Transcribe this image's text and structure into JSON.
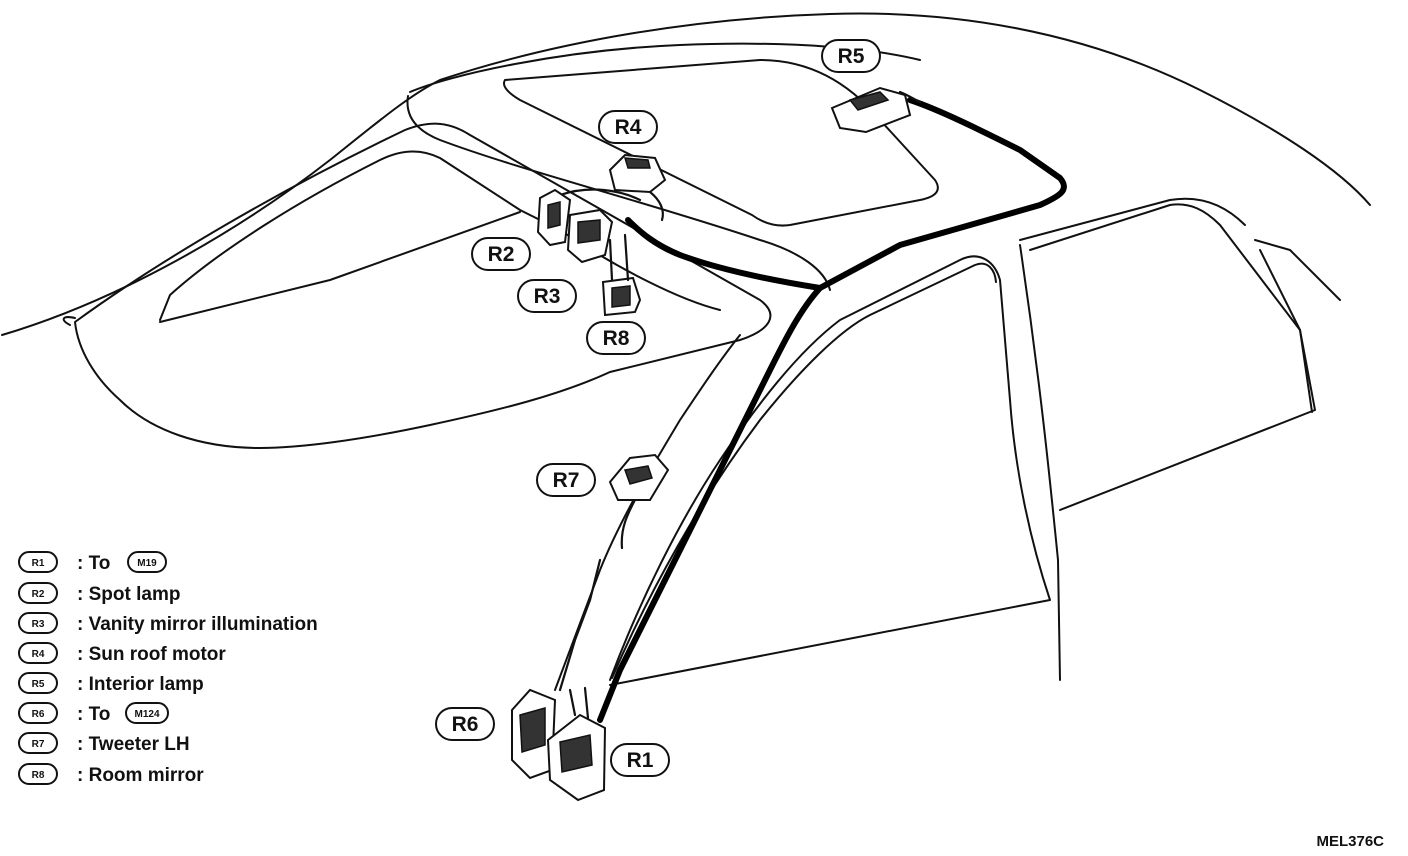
{
  "callouts": {
    "r1": "R1",
    "r2": "R2",
    "r3": "R3",
    "r4": "R4",
    "r5": "R5",
    "r6": "R6",
    "r7": "R7",
    "r8": "R8"
  },
  "legend": [
    {
      "code": "R1",
      "text": ": To",
      "ref": "M19"
    },
    {
      "code": "R2",
      "text": ": Spot lamp"
    },
    {
      "code": "R3",
      "text": ": Vanity mirror illumination"
    },
    {
      "code": "R4",
      "text": ": Sun roof motor"
    },
    {
      "code": "R5",
      "text": ": Interior lamp"
    },
    {
      "code": "R6",
      "text": ": To",
      "ref": "M124"
    },
    {
      "code": "R7",
      "text": ": Tweeter LH"
    },
    {
      "code": "R8",
      "text": ": Room mirror"
    }
  ],
  "figure_id": "MEL376C"
}
